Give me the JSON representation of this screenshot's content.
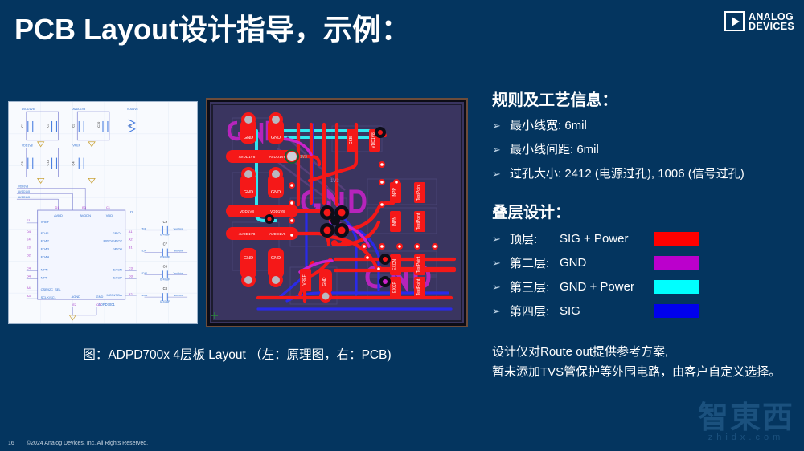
{
  "header": {
    "title": "PCB Layout设计指导，示例：",
    "logo": {
      "line1": "ANALOG",
      "line2": "DEVICES",
      "icon": "analog-devices-triangle-icon"
    }
  },
  "figures": {
    "caption": "图：ADPD700x 4层板 Layout （左：原理图，右：PCB)",
    "schematic": {
      "part_number": "ADPD7001",
      "designator": "U1",
      "pins_left": [
        {
          "ref": "E1",
          "name": "VREF"
        },
        {
          "ref": "D4",
          "name": "EDA1"
        },
        {
          "ref": "E4",
          "name": "EDA2"
        },
        {
          "ref": "E3",
          "name": "EDA3"
        },
        {
          "ref": "D2",
          "name": "EDA4"
        },
        {
          "ref": "C4",
          "name": "MPN"
        },
        {
          "ref": "D4",
          "name": "MPP"
        },
        {
          "ref": "A4",
          "name": "CSB/I2C_SEL"
        },
        {
          "ref": "A3",
          "name": "SCLK/SCL"
        }
      ],
      "pins_right": [
        {
          "ref": "A1",
          "name": "GPIO1"
        },
        {
          "ref": "A2",
          "name": "MISO/GPIO2"
        },
        {
          "ref": "B1",
          "name": "GPIO0"
        },
        {
          "ref": "C3",
          "name": "EXCN"
        },
        {
          "ref": "D3",
          "name": "EXCP"
        },
        {
          "ref": "B2",
          "name": "MOSI/SDA"
        }
      ],
      "pins_top": [
        {
          "ref": "D1",
          "name": "AVDD"
        },
        {
          "ref": "B3",
          "name": "AVDDN"
        },
        {
          "ref": "C1",
          "name": "VDD"
        }
      ],
      "pins_bottom": [
        {
          "ref": "E2",
          "name": "AGND"
        },
        {
          "ref": "C2",
          "name": "GND"
        }
      ],
      "caps_top": [
        "C1",
        "C5",
        "C2",
        "C10",
        "C3",
        "C11",
        "C4"
      ],
      "resistor": "R1",
      "caps_right": [
        {
          "ref": "C9",
          "value": "0.47uF"
        },
        {
          "ref": "C7",
          "value": "0.47uF"
        },
        {
          "ref": "C6",
          "value": "0.47uF"
        },
        {
          "ref": "C8",
          "value": "0.47uF"
        }
      ]
    },
    "pcb": {
      "pad_labels": [
        "GND",
        "GND",
        "AVDD1V8",
        "AVDD1V8",
        "GND",
        "GND",
        "VDD1V8",
        "VDD1V8",
        "AVDD1V8",
        "AVDD1V8",
        "GND",
        "GND",
        "CSB",
        "VDD1V8",
        "INPP",
        "INPN",
        "EXCN",
        "EXCP",
        "VREF",
        "GND"
      ],
      "silk_text": [
        "GND",
        "GND",
        "GND"
      ],
      "net_labels": [
        "1V3",
        "1V3"
      ]
    }
  },
  "rules": {
    "heading": "规则及工艺信息：",
    "items": [
      "最小线宽: 6mil",
      "最小线间距: 6mil",
      "过孔大小: 2412 (电源过孔), 1006 (信号过孔)"
    ]
  },
  "stackup": {
    "heading": "叠层设计：",
    "layers": [
      {
        "label": "顶层:",
        "value": "SIG + Power",
        "color": "#ff0000"
      },
      {
        "label": "第二层:",
        "value": "GND",
        "color": "#bb00cc"
      },
      {
        "label": "第三层:",
        "value": "GND + Power",
        "color": "#00ffff"
      },
      {
        "label": "第四层:",
        "value": "SIG",
        "color": "#0000ee"
      }
    ]
  },
  "note": {
    "line1": "设计仅对Route out提供参考方案,",
    "line2": "暂未添加TVS管保护等外围电路，由客户自定义选择。"
  },
  "footer": {
    "page_number": "16",
    "copyright": "©2024 Analog Devices, Inc. All Rights Reserved."
  },
  "watermark": {
    "cn": "智東西",
    "en": "zhidx.com"
  },
  "bullet_glyph": "➢"
}
